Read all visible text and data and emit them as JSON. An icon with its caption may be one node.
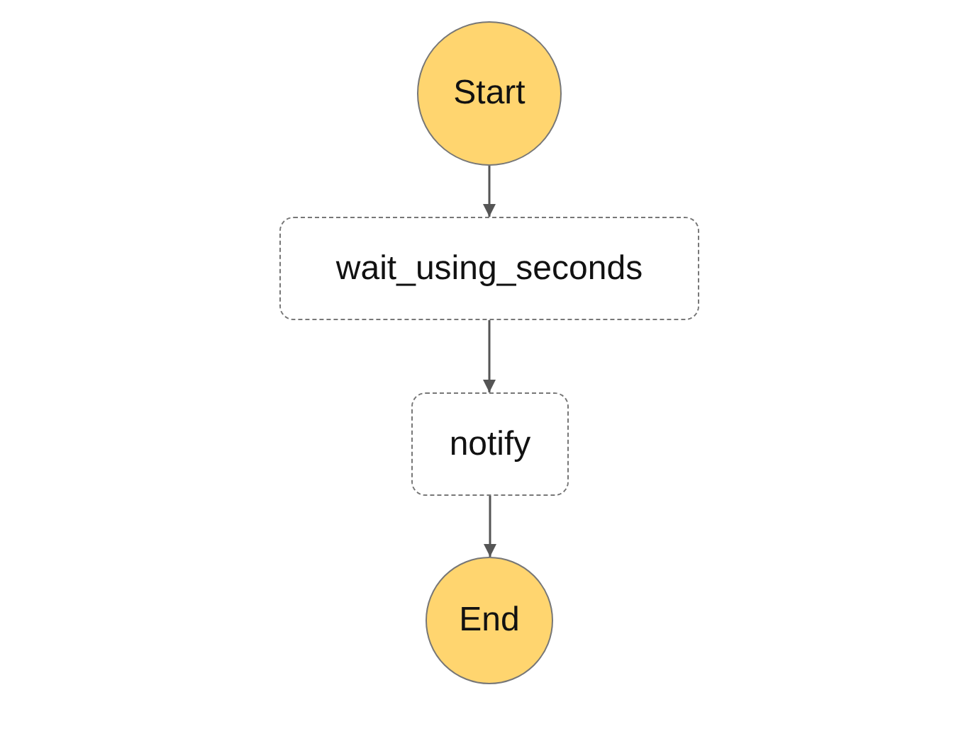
{
  "diagram": {
    "nodes": [
      {
        "text": [
          "Start"
        ]
      },
      {
        "text": [
          "wait_using_seconds"
        ]
      },
      {
        "text": [
          "notify"
        ]
      },
      {
        "text": [
          "End"
        ]
      }
    ],
    "edges": [
      {
        "from": 0,
        "to": 1,
        "arrow": "to"
      },
      {
        "from": 1,
        "to": 2,
        "arrow": "to"
      },
      {
        "from": 2,
        "to": 3,
        "arrow": "to"
      }
    ]
  }
}
